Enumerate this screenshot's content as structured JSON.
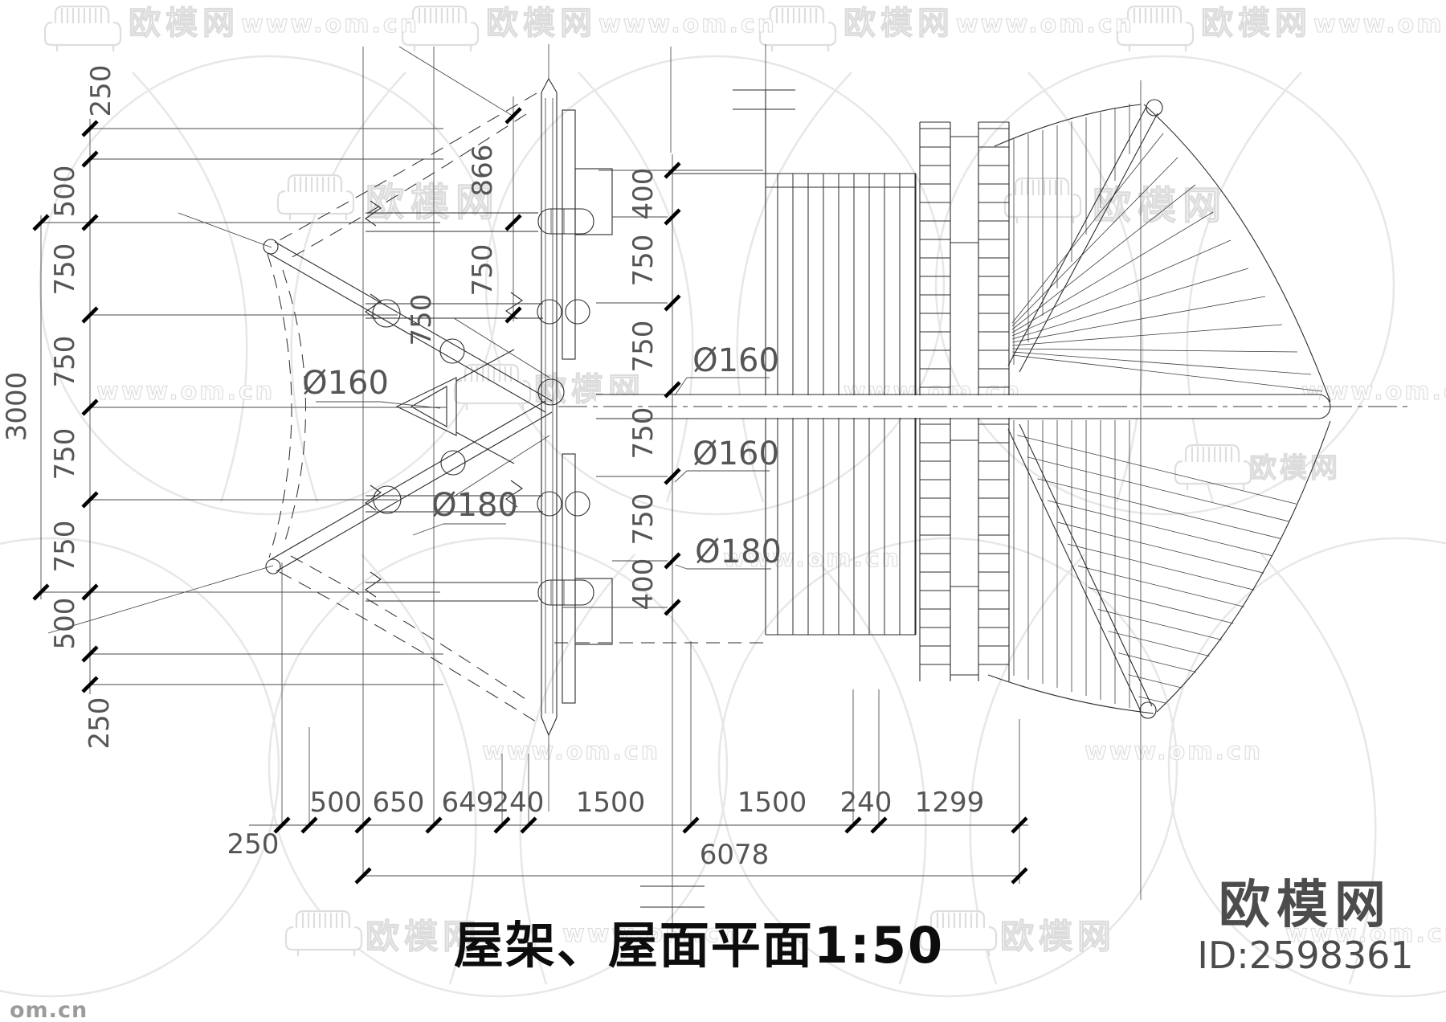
{
  "title": "屋架、屋面平面1:50",
  "brand": {
    "name": "欧模网",
    "id": "ID:2598361",
    "url": "www.om.cn",
    "corner": "om.cn"
  },
  "dims": {
    "left_chain": [
      "250",
      "500",
      "750",
      "750",
      "750",
      "750",
      "500",
      "250"
    ],
    "left_overall": "3000",
    "upper_mid_chain": [
      "866",
      "750",
      "750"
    ],
    "center_chain": [
      "400",
      "750",
      "750",
      "750",
      "750",
      "400"
    ],
    "bottom_chain": [
      "250",
      "500",
      "650",
      "649",
      "240",
      "1500",
      "1500",
      "240",
      "1299"
    ],
    "bottom_overall": "6078"
  },
  "callouts": {
    "left": [
      "Ø160",
      "Ø180"
    ],
    "right": [
      "Ø160",
      "Ø160",
      "Ø180"
    ]
  }
}
